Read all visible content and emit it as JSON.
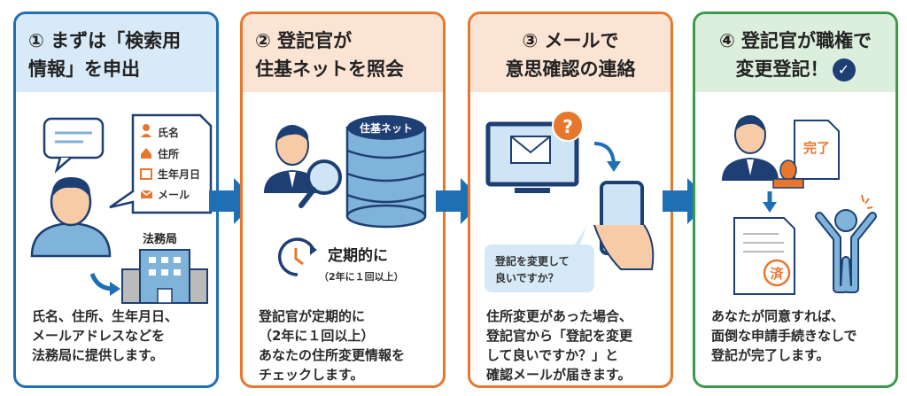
{
  "steps": [
    {
      "title": "① まずは「検索用\n情報」を申出",
      "labels": [
        "氏名",
        "住所",
        "生年月日",
        "メール"
      ],
      "building_label": "法務局",
      "description": "氏名、住所、生年月日、\nメールアドレスなどを\n法務局に提供します。"
    },
    {
      "title": "② 登記官が\n住基ネットを照会",
      "database_label": "住基ネット",
      "frequency_label": "定期的に",
      "frequency_note": "（2年に１回以上）",
      "description": "登記官が定期的に\n（2年に１回以上）\nあなたの住所変更情報を\nチェックします。"
    },
    {
      "title": "③ メールで\n意思確認の連絡",
      "bubble_line1": "登記を変更して",
      "bubble_line2": "良いですか？",
      "description": "住所変更があった場合、\n登記官から「登記を変更\nして良いですか？」と\n確認メールが届きます。"
    },
    {
      "title_line1": "④ 登記官が職権で",
      "title_line2": "変更登記！",
      "done_label": "完了",
      "stamp_label": "済",
      "description": "あなたが同意すれば、\n面倒な申請手続きなしで\n登記が完了します。"
    }
  ],
  "colors": {
    "blue": "#1f6fb5",
    "orange": "#e8772e",
    "green": "#3a9a4a",
    "navy": "#1d3f73"
  }
}
